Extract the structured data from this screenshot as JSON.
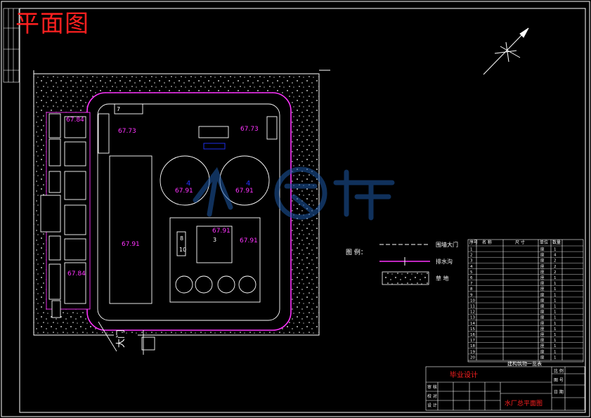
{
  "drawing": {
    "title": "平面图",
    "background": "#000000",
    "colors": {
      "frame": "#ffffff",
      "road": "#ff33ff",
      "elevation": "#ff33ff",
      "blue": "#2233ff",
      "title_red": "#ff2020"
    }
  },
  "site": {
    "elevations": [
      "67.84",
      "67.73",
      "67.73",
      "67.91",
      "67.91",
      "67.91",
      "67.91",
      "67.91",
      "67.84"
    ],
    "gate_label": "大门",
    "labels": {
      "tank_left_no": "4",
      "tank_right_no": "4",
      "small_no_a": "8",
      "small_no_b": "10",
      "center_no": "3",
      "top_box": "7"
    }
  },
  "legend": {
    "title": "图 例：",
    "items": [
      {
        "label": "围墙大门"
      },
      {
        "label": "排水沟"
      },
      {
        "label": "草 地"
      }
    ]
  },
  "table": {
    "headers": [
      "序号",
      "名 称",
      "尺 寸",
      "单位",
      "数量"
    ],
    "rows": [
      [
        "1",
        "",
        "",
        "座",
        "1"
      ],
      [
        "2",
        "",
        "",
        "座",
        "4"
      ],
      [
        "3",
        "",
        "",
        "座",
        "2"
      ],
      [
        "4",
        "",
        "",
        "座",
        "2"
      ],
      [
        "5",
        "",
        "",
        "座",
        "2"
      ],
      [
        "6",
        "",
        "",
        "座",
        "1"
      ],
      [
        "7",
        "",
        "",
        "座",
        "1"
      ],
      [
        "8",
        "",
        "",
        "座",
        "1"
      ],
      [
        "9",
        "",
        "",
        "座",
        "1"
      ],
      [
        "10",
        "",
        "",
        "座",
        "1"
      ],
      [
        "11",
        "",
        "",
        "座",
        "1"
      ],
      [
        "12",
        "",
        "",
        "座",
        "1"
      ],
      [
        "13",
        "",
        "",
        "座",
        "1"
      ],
      [
        "14",
        "",
        "",
        "座",
        "1"
      ],
      [
        "15",
        "",
        "",
        "座",
        "1"
      ],
      [
        "16",
        "",
        "",
        "座",
        "1"
      ],
      [
        "17",
        "",
        "",
        "座",
        "1"
      ],
      [
        "18",
        "",
        "",
        "座",
        "1"
      ],
      [
        "19",
        "",
        "",
        "座",
        "1"
      ],
      [
        "20",
        "",
        "",
        "座",
        "1"
      ]
    ],
    "caption": "建构筑物一览表"
  },
  "titleblock": {
    "project": "毕业设计",
    "drawing_name": "水厂总平面图",
    "left_labels": [
      "审 核",
      "校 对",
      "设 计"
    ],
    "right_labels": [
      "比 例",
      "图 号",
      "日 期"
    ]
  }
}
